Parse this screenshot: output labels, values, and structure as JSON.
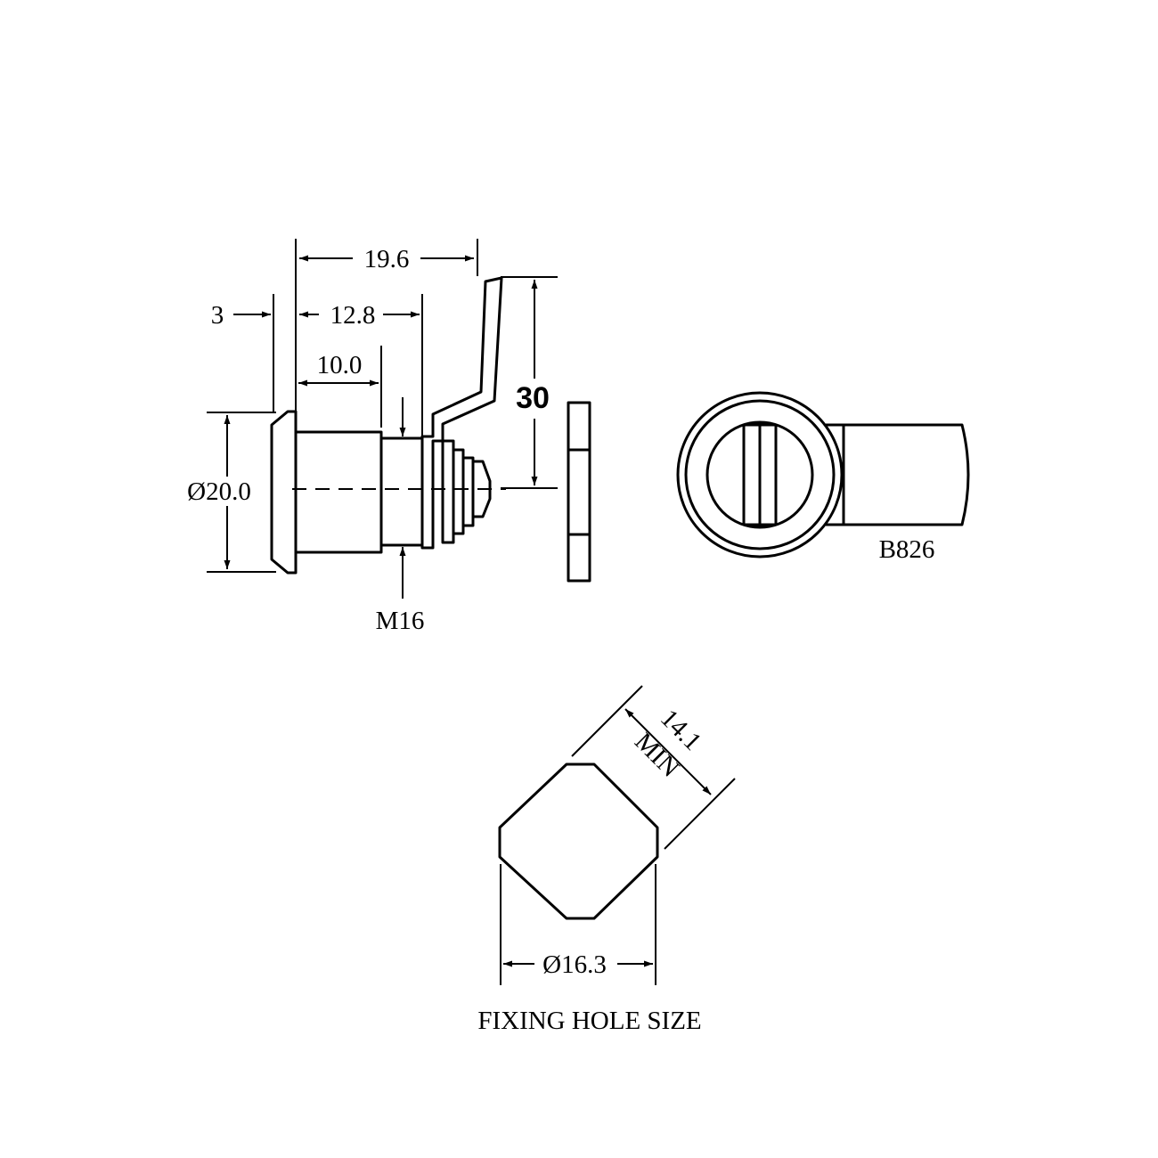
{
  "dims": {
    "overall_length": "19.6",
    "flange": "3",
    "body_length": "12.8",
    "square_length": "10.0",
    "cam_height": "30",
    "flange_dia": "Ø20.0",
    "thread": "M16",
    "model": "B826",
    "hole_flat": "14.1",
    "hole_min": "MIN",
    "hole_dia": "Ø16.3"
  },
  "caption": "FIXING HOLE SIZE"
}
